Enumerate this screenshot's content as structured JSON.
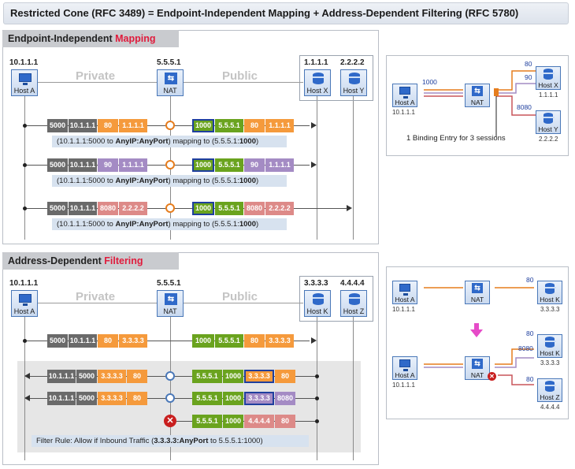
{
  "title": "Restricted Cone (RFC 3489) = Endpoint-Independent Mapping + Address-Dependent Filtering (RFC 5780)",
  "mapping": {
    "tab_prefix": "Endpoint-Independent ",
    "tab_highlight": "Mapping",
    "zone_private": "Private",
    "zone_public": "Public",
    "ip_host_a": "10.1.1.1",
    "ip_nat": "5.5.5.1",
    "ip_host_x": "1.1.1.1",
    "ip_host_y": "2.2.2.2",
    "node_host_a": "Host A",
    "node_nat": "NAT",
    "node_host_x": "Host X",
    "node_host_y": "Host Y",
    "rows": [
      {
        "src_port": "5000",
        "src_ip": "10.1.1.1",
        "dst_port": "80",
        "dst_ip": "1.1.1.1",
        "nat_port": "1000",
        "nat_ip": "5.5.5.1",
        "out_port": "80",
        "out_ip": "1.1.1.1"
      },
      {
        "src_port": "5000",
        "src_ip": "10.1.1.1",
        "dst_port": "90",
        "dst_ip": "1.1.1.1",
        "nat_port": "1000",
        "nat_ip": "5.5.5.1",
        "out_port": "90",
        "out_ip": "1.1.1.1"
      },
      {
        "src_port": "5000",
        "src_ip": "10.1.1.1",
        "dst_port": "8080",
        "dst_ip": "2.2.2.2",
        "nat_port": "1000",
        "nat_ip": "5.5.5.1",
        "out_port": "8080",
        "out_ip": "2.2.2.2"
      }
    ],
    "caption_a": "(10.1.1.1:5000 to ",
    "caption_b": "AnyIP:AnyPort",
    "caption_c": ") mapping to (5.5.5.1:",
    "caption_d": "1000",
    "caption_e": ")"
  },
  "mapping_mini": {
    "node_host_a": "Host A",
    "node_nat": "NAT",
    "node_host_x": "Host X",
    "node_host_y": "Host Y",
    "ip_host_a": "10.1.1.1",
    "ip_host_x": "1.1.1.1",
    "ip_host_y": "2.2.2.2",
    "port_in": "1000",
    "port_80": "80",
    "port_90": "90",
    "port_8080": "8080",
    "note": "1 Binding Entry for 3 sessions"
  },
  "filtering": {
    "tab_prefix": "Address-Dependent ",
    "tab_highlight": "Filtering",
    "zone_private": "Private",
    "zone_public": "Public",
    "ip_host_a": "10.1.1.1",
    "ip_nat": "5.5.5.1",
    "ip_host_k": "3.3.3.3",
    "ip_host_z": "4.4.4.4",
    "node_host_a": "Host A",
    "node_nat": "NAT",
    "node_host_k": "Host K",
    "node_host_z": "Host Z",
    "outbound": {
      "src_port": "5000",
      "src_ip": "10.1.1.1",
      "dst_port": "80",
      "dst_ip": "3.3.3.3",
      "nat_port": "1000",
      "nat_ip": "5.5.5.1",
      "out_port": "80",
      "out_ip": "3.3.3.3"
    },
    "inbound": [
      {
        "in_ip": "5.5.5.1",
        "in_port": "1000",
        "src_ip": "3.3.3.3",
        "src_port": "80",
        "to_ip": "10.1.1.1",
        "to_port": "5000",
        "from_ip": "3.3.3.3",
        "from_port": "80"
      },
      {
        "in_ip": "5.5.5.1",
        "in_port": "1000",
        "src_ip": "3.3.3.3",
        "src_port": "8080",
        "to_ip": "10.1.1.1",
        "to_port": "5000",
        "from_ip": "3.3.3.3",
        "from_port": "80"
      },
      {
        "in_ip": "5.5.5.1",
        "in_port": "1000",
        "src_ip": "4.4.4.4",
        "src_port": "80"
      }
    ],
    "rule_a": "Filter Rule: Allow if Inbound Traffic (",
    "rule_b": "3.3.3.3:AnyPort",
    "rule_c": " to 5.5.5.1:1000)"
  },
  "filtering_mini": {
    "node_host_a": "Host A",
    "node_nat": "NAT",
    "node_host_k": "Host K",
    "node_host_z": "Host Z",
    "ip_host_a": "10.1.1.1",
    "ip_host_k": "3.3.3.3",
    "ip_host_z": "4.4.4.4",
    "port_80": "80",
    "port_8080": "8080"
  },
  "colors": {
    "orange": "#f59a3c",
    "purple": "#a48bc4",
    "pink": "#dd8a88",
    "green": "#6aa31e",
    "gray": "#6a6a6a",
    "red": "#e01b3c"
  }
}
